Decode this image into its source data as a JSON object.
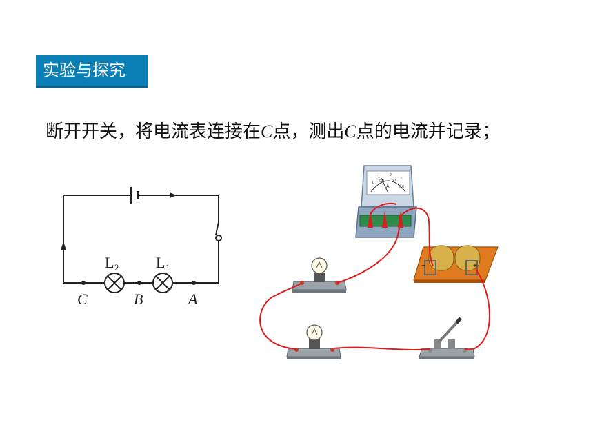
{
  "header": {
    "badge_text": "实验与探究"
  },
  "instruction": {
    "part1": "断开开关，将电流表连接在",
    "point1": "C",
    "part2": "点，测出",
    "point2": "C",
    "part3": "点的电流并记录；"
  },
  "schematic": {
    "lamp_left": {
      "letter": "L",
      "sub": "2"
    },
    "lamp_right": {
      "letter": "L",
      "sub": "1"
    },
    "point_c": "C",
    "point_b": "B",
    "point_a": "A"
  },
  "ammeter": {
    "unit": "A",
    "scale_marks": [
      "0",
      "1",
      "0.2",
      "2",
      "0.4",
      "3",
      "0.6"
    ]
  },
  "colors": {
    "badge": "#0a7fb5",
    "wire": "#e01b1b",
    "circuit_line": "#222222",
    "switch_base": "#e07a1f"
  }
}
